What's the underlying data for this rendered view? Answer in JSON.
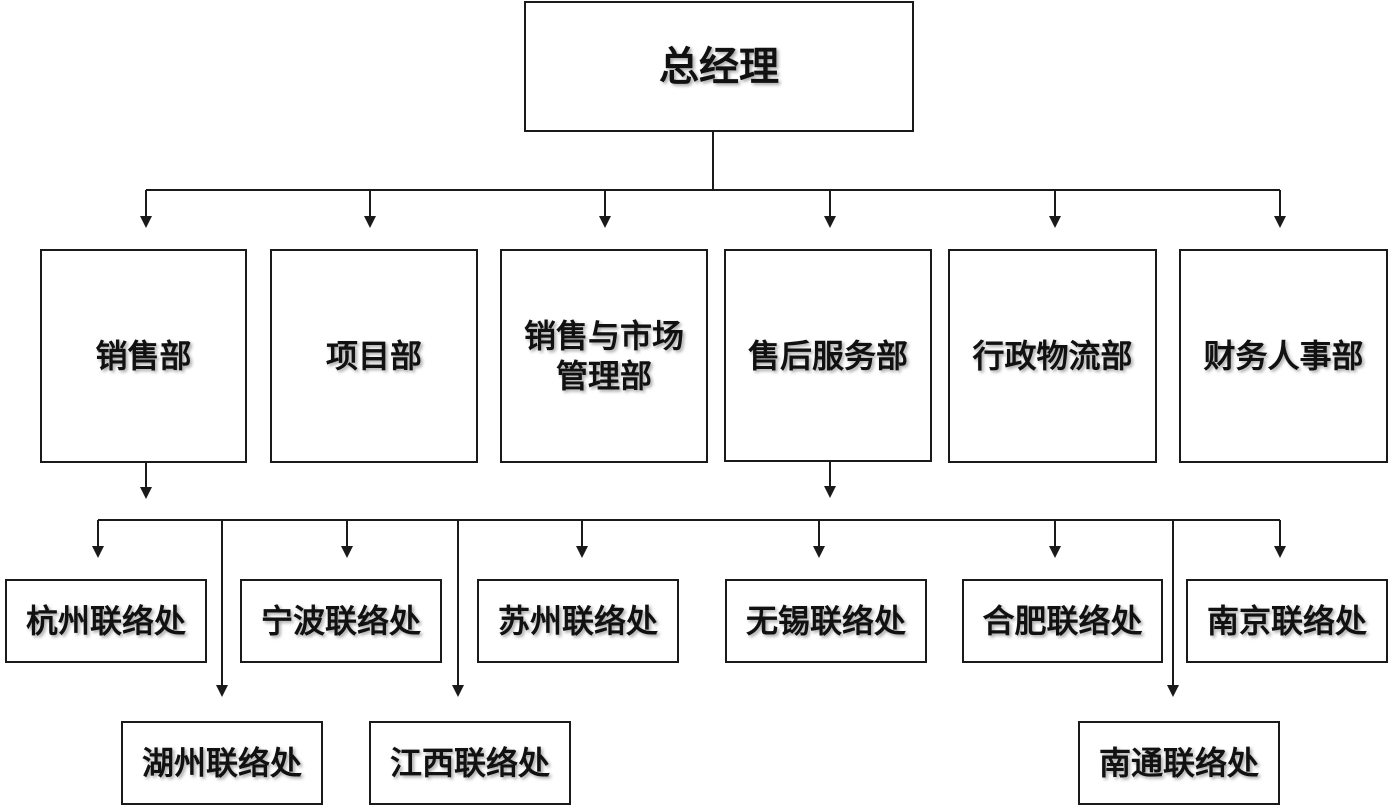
{
  "root": {
    "label": "总经理"
  },
  "departments": [
    {
      "id": "sales",
      "label": "销售部"
    },
    {
      "id": "project",
      "label": "项目部"
    },
    {
      "id": "sales-marketing",
      "label": "销售与市场管理部",
      "line1": "销售与市场",
      "line2": "管理部"
    },
    {
      "id": "after-sales",
      "label": "售后服务部"
    },
    {
      "id": "admin-logistics",
      "label": "行政物流部"
    },
    {
      "id": "finance-hr",
      "label": "财务人事部"
    }
  ],
  "offices": [
    {
      "id": "hangzhou",
      "label": "杭州联络处"
    },
    {
      "id": "huzhou",
      "label": "湖州联络处"
    },
    {
      "id": "ningbo",
      "label": "宁波联络处"
    },
    {
      "id": "jiangxi",
      "label": "江西联络处"
    },
    {
      "id": "suzhou",
      "label": "苏州联络处"
    },
    {
      "id": "wuxi",
      "label": "无锡联络处"
    },
    {
      "id": "hefei",
      "label": "合肥联络处"
    },
    {
      "id": "nanjing",
      "label": "南京联络处"
    },
    {
      "id": "nantong",
      "label": "南通联络处"
    }
  ],
  "colors": {
    "line": "#1a1a1a",
    "box_border": "#1a1a1a",
    "text": "#111111",
    "background": "#ffffff"
  }
}
